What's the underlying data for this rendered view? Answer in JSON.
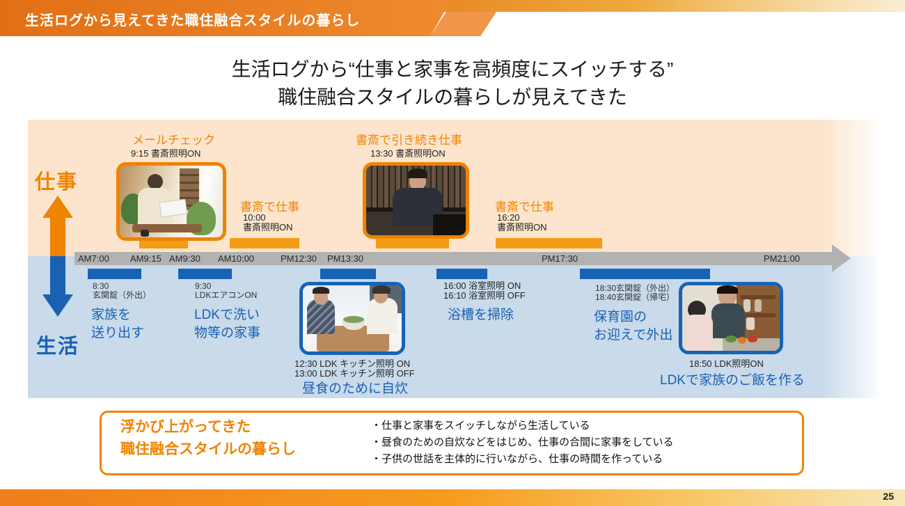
{
  "header": {
    "title": "生活ログから見えてきた職住融合スタイルの暮らし"
  },
  "main_title": {
    "line1": "生活ログから“仕事と家事を高頻度にスイッチする”",
    "line2": "職住融合スタイルの暮らしが見えてきた"
  },
  "timeline": {
    "work_label": "仕事",
    "life_label": "生活",
    "axis_labels": [
      "AM7:00",
      "AM9:15",
      "AM9:30",
      "AM10:00",
      "PM12:30",
      "PM13:30",
      "PM17:30",
      "PM21:00"
    ],
    "work_events": [
      {
        "title": "メールチェック",
        "time": "9:15  書斎照明ON"
      },
      {
        "title": "書斎で仕事",
        "line1": "10:00",
        "line2": "書斎照明ON"
      },
      {
        "title": "書斎で引き続き仕事",
        "time": "13:30  書斎照明ON"
      },
      {
        "title": "書斎で仕事",
        "line1": "16:20",
        "line2": "書斎照明ON"
      }
    ],
    "life_events": [
      {
        "line1": "8:30",
        "line2": "玄関錠（外出）",
        "title1": "家族を",
        "title2": "送り出す"
      },
      {
        "line1": "9:30",
        "line2": "LDKエアコンON",
        "title1": "LDKで洗い",
        "title2": "物等の家事"
      },
      {
        "line1": "12:30 LDK キッチン照明 ON",
        "line2": "13:00 LDK キッチン照明 OFF",
        "title": "昼食のために自炊"
      },
      {
        "line1": "16:00 浴室照明 ON",
        "line2": "16:10 浴室照明 OFF",
        "title": "浴槽を掃除"
      },
      {
        "line1": "18:30玄関錠（外出）",
        "line2": "18:40玄関錠（帰宅）",
        "title1": "保育園の",
        "title2": "お迎えで外出"
      },
      {
        "time": "18:50  LDK照明ON",
        "title": "LDKで家族のご飯を作る"
      }
    ]
  },
  "summary_box": {
    "heading_line1": "浮かび上がってきた",
    "heading_line2": "職住融合スタイルの暮らし",
    "bullets": [
      "・仕事と家事をスイッチしながら生活している",
      "・昼食のための自炊などをはじめ、仕事の合間に家事をしている",
      "・子供の世話を主体的に行いながら、仕事の時間を作っている"
    ]
  },
  "page_number": "25",
  "colors": {
    "accent_orange": "#f08300",
    "accent_blue": "#1663b5",
    "work_background": "#fce5cc",
    "life_background": "#c9daeb",
    "timeline_gray": "#b2b2b2",
    "header_orange": "#e87a1f"
  }
}
